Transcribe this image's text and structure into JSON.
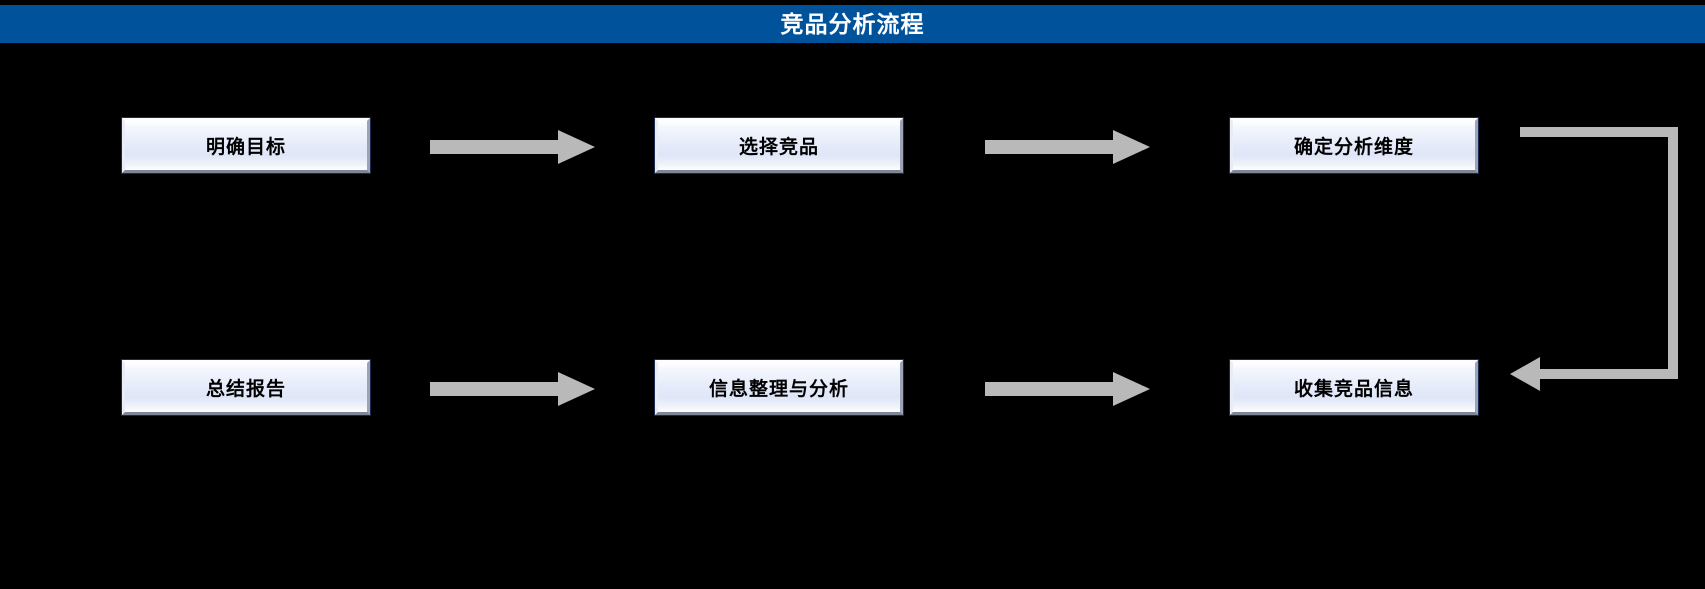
{
  "header": {
    "title": "竞品分析流程",
    "bar_color": "#00529b",
    "text_color": "#ffffff"
  },
  "canvas": {
    "background_color": "#000000"
  },
  "diagram": {
    "type": "flowchart",
    "arrow_color": "#b9b9b9",
    "box_border_color": "#1b2a52",
    "box_fill_top": "#ffffff",
    "box_fill_mid": "#e2e9f8",
    "rows": [
      {
        "name": "top-row",
        "direction": "left-to-right",
        "steps": [
          {
            "index": 1,
            "label": "明确目标"
          },
          {
            "index": 2,
            "label": "选择竞品"
          },
          {
            "index": 3,
            "label": "确定分析维度"
          }
        ]
      },
      {
        "name": "bottom-row",
        "direction": "left-to-right",
        "steps": [
          {
            "index": 6,
            "label": "总结报告"
          },
          {
            "index": 5,
            "label": "信息整理与分析"
          },
          {
            "index": 4,
            "label": "收集竞品信息"
          }
        ]
      }
    ],
    "connectors": [
      {
        "name": "top-arrow-1",
        "from": "明确目标",
        "to": "选择竞品",
        "shape": "arrow-right"
      },
      {
        "name": "top-arrow-2",
        "from": "选择竞品",
        "to": "确定分析维度",
        "shape": "arrow-right"
      },
      {
        "name": "return-connector",
        "from": "确定分析维度",
        "to": "收集竞品信息",
        "shape": "elbow-down-left"
      },
      {
        "name": "bottom-arrow-1",
        "from": "信息整理与分析",
        "to": "总结报告",
        "shape": "arrow-right"
      },
      {
        "name": "bottom-arrow-2",
        "from": "收集竞品信息",
        "to": "信息整理与分析",
        "shape": "arrow-right"
      }
    ]
  }
}
